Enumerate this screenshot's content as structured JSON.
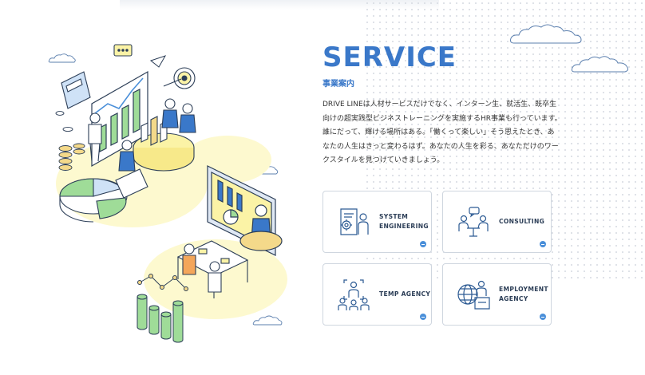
{
  "section": {
    "title": "SERVICE",
    "subtitle": "事業案内",
    "description": [
      "DRIVE LINEは人材サービスだけでなく、インターン生、就活生、既卒生",
      "向けの超実践型ビジネストレーニングを実施するHR事業も行っています。",
      "誰にだって、輝ける場所はある。「働くって楽しい」そう思えたとき、あ",
      "なたの人生はきっと変わるはず。あなたの人生を彩る、あなただけのワー",
      "クスタイルを見つけていきましょう。"
    ]
  },
  "services": [
    {
      "label": "SYSTEM\nENGINEERING",
      "icon": "system-engineering-icon"
    },
    {
      "label": "CONSULTING",
      "icon": "consulting-icon"
    },
    {
      "label": "TEMP AGENCY",
      "icon": "temp-agency-icon"
    },
    {
      "label": "EMPLOYMENT\nAGENCY",
      "icon": "employment-agency-icon"
    }
  ],
  "colors": {
    "accent": "#3a78c9",
    "navy": "#2c3e57",
    "green": "#8fd18a",
    "yellow": "#fbf3a6",
    "more_dot": "#4a8fd9"
  }
}
